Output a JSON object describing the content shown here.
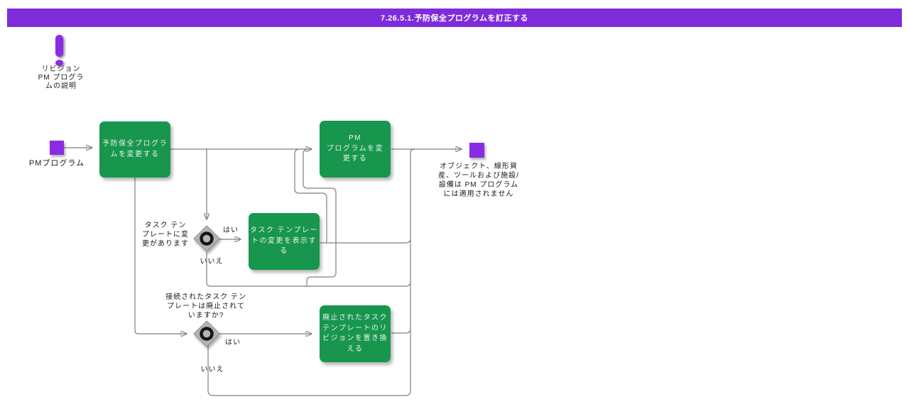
{
  "colors": {
    "titlebar": "#7e2bdc",
    "node": "#8b2be6",
    "task": "#18964e",
    "task_text": "#e9f4ed",
    "line": "#7f7f7f",
    "page_bg": "#ffffff"
  },
  "title_bar": {
    "text": "7.26.5.1.予防保全プログラムを訂正する"
  },
  "annotation": {
    "icon": "exclamation-icon",
    "text": "リビジョン\nPM プログラ\nムの説明"
  },
  "flow": {
    "start": {
      "type": "start",
      "label": "PMプログラム"
    },
    "change_pm_program_main": {
      "type": "task",
      "text": "予防保全プログラ\nムを変更する"
    },
    "change_pm_program": {
      "type": "task",
      "text": "PM\nプログラムを変\n更する"
    },
    "show_template_changes": {
      "type": "task",
      "text": "タスク テンプレー\nトの変更を表示す\nる"
    },
    "replace_revision": {
      "type": "task",
      "text": "廃止されたタスク\nテンプレートのリ\nビジョンを置き換\nえる"
    },
    "decision1": {
      "type": "decision",
      "label": "タスク テン\nプレートに変\n更があります",
      "yes": "はい",
      "no": "いいえ"
    },
    "decision2": {
      "type": "decision",
      "label": "接続されたタスク テン\nプレートは廃止されて\nいますか?",
      "yes": "はい",
      "no": "いいえ"
    },
    "end": {
      "type": "end",
      "note": "オブジェクト、線形資\n産、ツールおよび施設/\n設備は PM プログラム\nには適用されません"
    }
  }
}
